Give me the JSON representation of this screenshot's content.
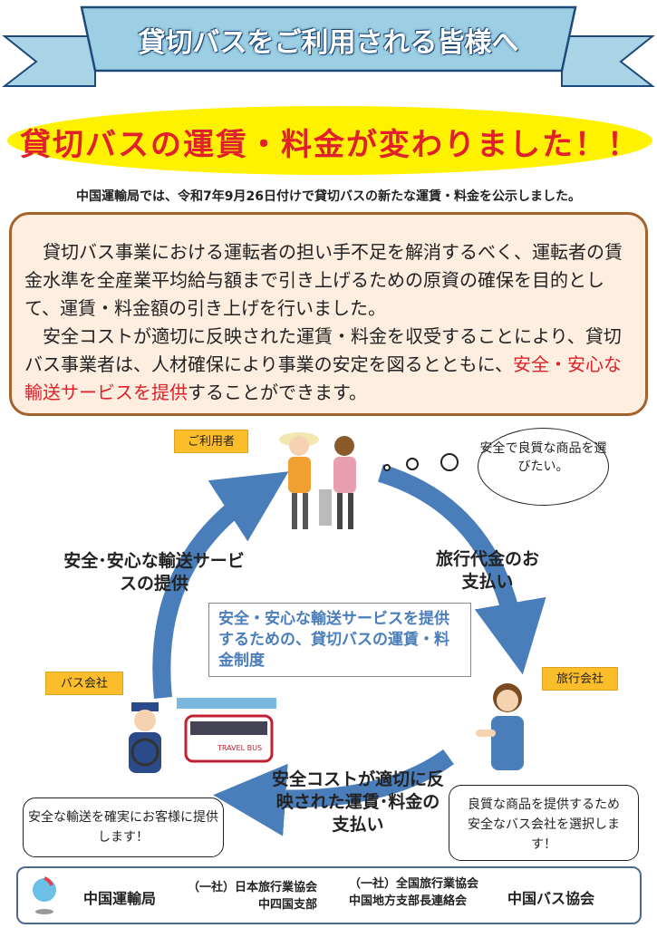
{
  "banner": {
    "title": "貸切バスをご利用される皆様へ"
  },
  "headline": "貸切バスの運賃・料金が変わりました！！",
  "notice": "中国運輸局では、令和7年9月26日付けで貸切バスの新たな運賃・料金を公示しました。",
  "body": {
    "p1": "貸切バス事業における運転者の担い手不足を解消するべく、運転者の賃金水準を全産業平均給与額まで引き上げるための原資の確保を目的として、運賃・料金額の引き上げを行いました。",
    "p2_start": "安全コストが適切に反映された運賃・料金を収受することにより、貸切バス事業者は、人材確保により事業の安定を図るとともに、",
    "p2_red": "安全・安心な輸送サービスを提供",
    "p2_end": "することができます。"
  },
  "diagram": {
    "user_tag": "ご利用者",
    "bus_tag": "バス会社",
    "agency_tag": "旅行会社",
    "user_thought": "安全で良質な商品を選びたい。",
    "label_left": "安全･安心な輸送サービスの提供",
    "label_right": "旅行代金のお支払い",
    "label_bottom": "安全コストが適切に反映された運賃･料金の支払い",
    "center": "安全・安心な輸送サービスを提供するための、貸切バスの運賃・料金制度",
    "bus_speech": "安全な輸送を確実にお客様に提供します！",
    "agency_speech": "良質な商品を提供するため安全なバス会社を選択します！",
    "bus_sign": "TRAVEL BUS"
  },
  "footer": {
    "org1": "中国運輸局",
    "org2_line1": "（一社）日本旅行業協会",
    "org2_line2": "中四国支部",
    "org3_line1": "（一社）全国旅行業協会",
    "org3_line2": "中国地方支部長連絡会",
    "org4": "中国バス協会"
  },
  "colors": {
    "arrow": "#4a7ebb",
    "headline": "#e0202a",
    "tag": "#fbbd2a"
  }
}
